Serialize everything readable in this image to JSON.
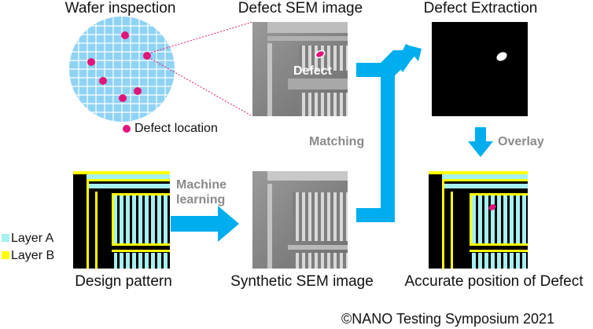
{
  "titles": {
    "wafer": "Wafer inspection",
    "sem": "Defect SEM image",
    "extraction": "Defect Extraction"
  },
  "captions": {
    "design": "Design pattern",
    "synthetic": "Synthetic SEM image",
    "accurate": "Accurate position of Defect"
  },
  "legend": {
    "defect_location": "Defect location",
    "layer_a": "Layer A",
    "layer_b": "Layer B"
  },
  "arrows": {
    "matching": "Matching",
    "overlay": "Overlay",
    "ml_line1": "Machine",
    "ml_line2": "learning"
  },
  "sem_defect_label": "Defect",
  "copyright": "©NANO Testing Symposium 2021",
  "colors": {
    "wafer": "#8fd3f4",
    "defect": "#e0157a",
    "arrow": "#00aeef",
    "layer_a": "#a6f0f0",
    "layer_b": "#ffff00",
    "sem_bg": "#8c8c8c"
  }
}
